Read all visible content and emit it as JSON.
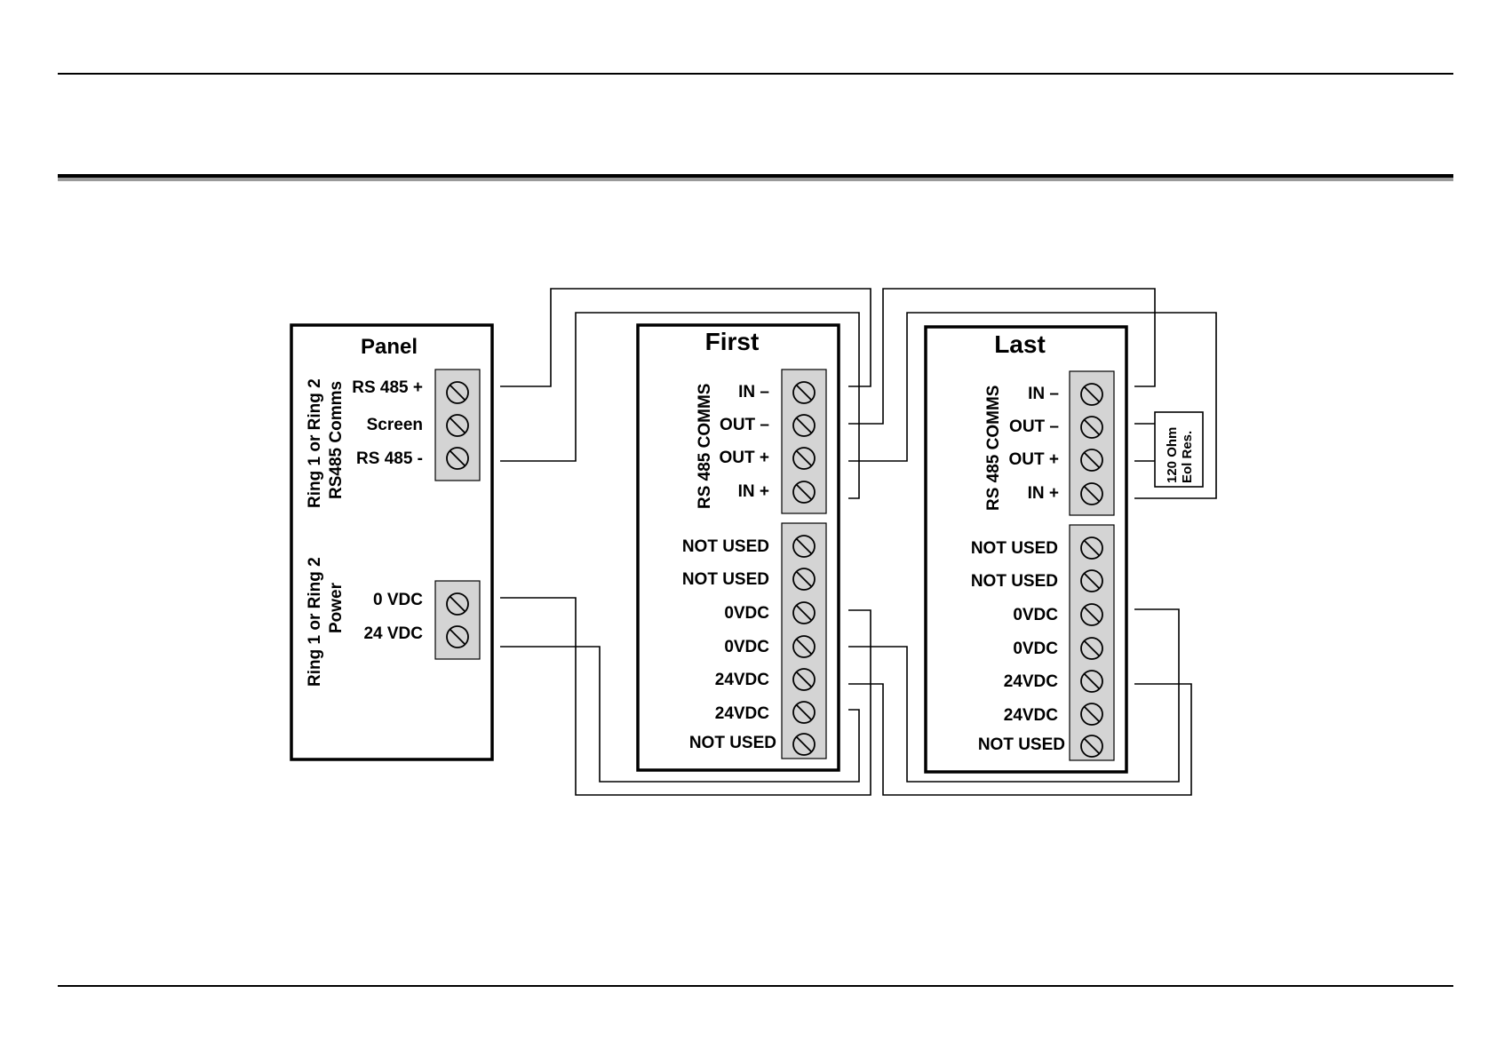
{
  "panel": {
    "title": "Panel",
    "comms_group_line1": "Ring 1 or Ring 2",
    "comms_group_line2": "RS485 Comms",
    "power_group_line1": "Ring 1 or Ring 2",
    "power_group_line2": "Power",
    "comms_terminals": [
      "RS 485 +",
      "Screen",
      "RS 485 -"
    ],
    "power_terminals": [
      "0 VDC",
      "24 VDC"
    ]
  },
  "first": {
    "title": "First",
    "comms_label": "RS 485 COMMS",
    "comms_terminals": [
      "IN –",
      "OUT –",
      "OUT +",
      "IN +"
    ],
    "power_terminals": [
      "NOT USED",
      "NOT USED",
      "0VDC",
      "0VDC",
      "24VDC",
      "24VDC",
      "NOT USED"
    ]
  },
  "last": {
    "title": "Last",
    "comms_label": "RS 485 COMMS",
    "comms_terminals": [
      "IN –",
      "OUT –",
      "OUT +",
      "IN +"
    ],
    "power_terminals": [
      "NOT USED",
      "NOT USED",
      "0VDC",
      "0VDC",
      "24VDC",
      "24VDC",
      "NOT USED"
    ]
  },
  "resistor": {
    "line1": "120 Ohm",
    "line2": "Eol Res."
  }
}
